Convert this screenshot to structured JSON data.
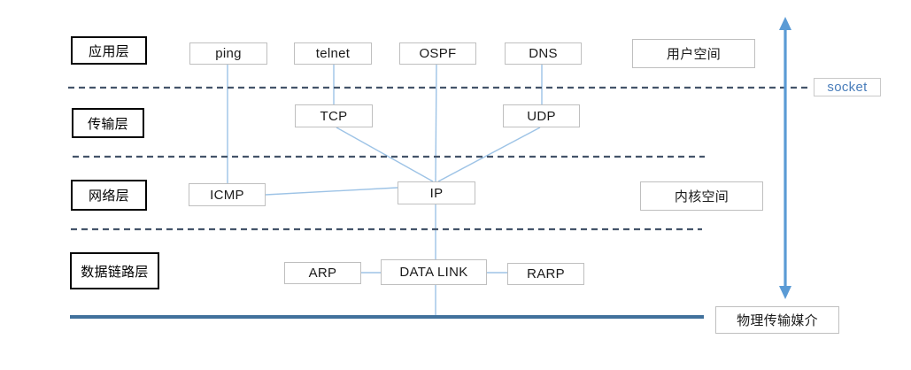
{
  "diagram": {
    "title_semantic": "TCP/IP protocol stack layers diagram",
    "layers": {
      "application": "应用层",
      "transport": "传输层",
      "network": "网络层",
      "datalink": "数据链路层"
    },
    "nodes": {
      "ping": "ping",
      "telnet": "telnet",
      "ospf": "OSPF",
      "dns": "DNS",
      "user_space": "用户空间",
      "tcp": "TCP",
      "udp": "UDP",
      "icmp": "ICMP",
      "ip": "IP",
      "kernel_space": "内核空间",
      "arp": "ARP",
      "data_link": "DATA LINK",
      "rarp": "RARP",
      "physical_medium": "物理传输媒介",
      "socket": "socket"
    },
    "connections": [
      "ping-icmp",
      "telnet-tcp",
      "ospf-ip",
      "dns-udp",
      "tcp-ip",
      "udp-ip",
      "icmp-ip",
      "ip-physical",
      "arp-datalink",
      "datalink-rarp"
    ],
    "colors": {
      "connector_line": "#9dc3e6",
      "dashed_divider": "#44546a",
      "physical_medium_line": "#41719c",
      "arrow": "#5b9bd5",
      "socket_text": "#4a7ebb",
      "proto_box_border": "#bfbfbf",
      "layer_box_border": "#000000"
    }
  }
}
